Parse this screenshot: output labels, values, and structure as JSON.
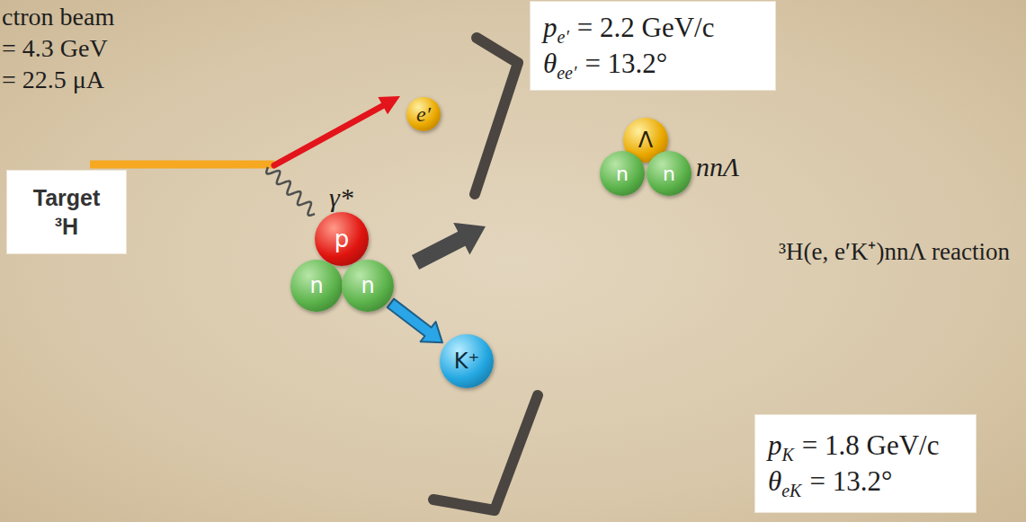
{
  "diagram": {
    "nodes": [
      {
        "text": [
          "Target",
          "³H"
        ]
      },
      {
        "text": [
          "e′"
        ]
      },
      {
        "text": [
          "p",
          "e′",
          "= 2.2 GeV/c",
          "θ",
          "ee′",
          "= 13.2°"
        ]
      },
      {
        "text": [
          "Λ"
        ]
      },
      {
        "text": [
          "n"
        ]
      },
      {
        "text": [
          "n"
        ]
      },
      {
        "text": [
          "p"
        ]
      },
      {
        "text": [
          "n"
        ]
      },
      {
        "text": [
          "n"
        ]
      },
      {
        "text": [
          "K⁺"
        ]
      },
      {
        "text": [
          "p",
          "K",
          "= 1.8 GeV/c",
          "θ",
          "eK",
          "= 13.2°"
        ]
      }
    ],
    "edges": [
      {
        "from": 8,
        "to": 9,
        "arrow": "to"
      }
    ],
    "labels": [
      "ctron beam",
      "= 4.3 GeV",
      "= 22.5 μA",
      "γ*",
      "nnΛ",
      "³H(e, e′K⁺)nnΛ reaction"
    ]
  }
}
